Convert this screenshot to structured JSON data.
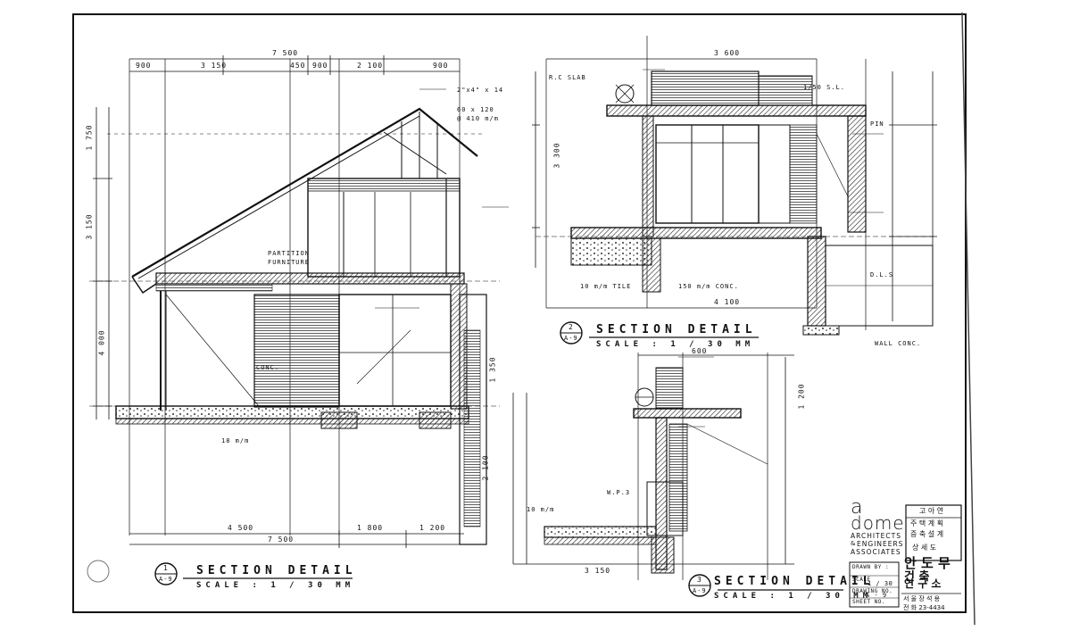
{
  "details": [
    {
      "number": "1",
      "sheet": "A-9",
      "title": "SECTION  DETAIL",
      "scale": "SCALE : 1 / 30 MM"
    },
    {
      "number": "2",
      "sheet": "A-9",
      "title": "SECTION  DETAIL",
      "scale": "SCALE : 1 / 30 MM"
    },
    {
      "number": "3",
      "sheet": "A-9",
      "title": "SECTION  DETAIL",
      "scale": "SCALE : 1 / 30 MM"
    }
  ],
  "annotations": {
    "partition": "PARTITION",
    "furniture": "FURNITURE",
    "fixture_1": "2\"x4\" x 14",
    "fixture_2": "60 x 120",
    "fixture_3": "@ 410 m/m",
    "rc_slab": "R.C SLAB",
    "conc": "CONC.",
    "wall_conc": "WALL CONC.",
    "dls": "D.L.S",
    "floor_1": "150 m/m CONC.",
    "floor_2": "10 m/m TILE",
    "floor_3": "1/50 S.L.",
    "pin": "PIN",
    "depth_1": "18 m/m",
    "depth_2": "10 m/m",
    "wp": "W.P.3"
  },
  "dims": {
    "top_total": "7 500",
    "top_a": "900",
    "top_b": "3 150",
    "top_c": "450",
    "top_d": "900",
    "top_e": "2 100",
    "top_f": "900",
    "right_top": "3 600",
    "right_a": "3 300",
    "bottom_total": "7 500",
    "bottom_a": "4 500",
    "bottom_b": "1 800",
    "bottom_c": "1 200",
    "height_a": "1 750",
    "height_b": "3 150",
    "height_c": "4 000",
    "height_d": "2 100",
    "height_e": "1 350",
    "sec2_bottom": "4 100",
    "sec3_bottom": "3 150",
    "sec3_a": "600",
    "sec3_b": "1 200"
  },
  "titleblock": {
    "logo_a": "a",
    "logo_dome": "dome",
    "firm_1": "ARCHITECTS",
    "firm_2": "ENGINEERS",
    "firm_3": "ASSOCIATES",
    "and": "&",
    "korean_1": "안 도 무",
    "korean_2": "건 축",
    "korean_3": "연 구 소",
    "project_label": "고 아 연",
    "project_line1": "주 택 계 획",
    "project_line2": "증 축 설 계",
    "project_line3": "상 세 도",
    "drawn_by": "DRAWN BY :",
    "scale_label": "SCALE",
    "scale_value": "1 / 30",
    "drawing_no_label": "DRAWING NO.",
    "drawing_no": "A - 9",
    "sheet_label": "SHEET  NO.",
    "address": "서 울 장 석 용",
    "phone": "전 화 23-4434"
  }
}
